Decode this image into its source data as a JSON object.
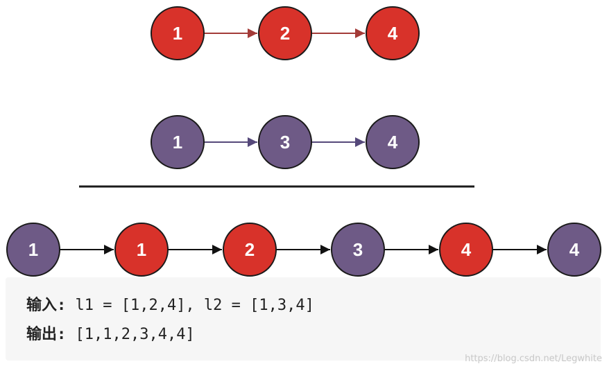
{
  "colors": {
    "list1_node": "#d8322a",
    "list2_node": "#6e5a86",
    "list1_arrow": "#a33b38",
    "list2_arrow": "#55487a",
    "merged_arrow": "#111111",
    "node_stroke": "#1a1a1a",
    "node_text": "#ffffff",
    "divider": "#1a1a1a"
  },
  "list1": {
    "nodes": [
      {
        "value": "1",
        "source": "list1"
      },
      {
        "value": "2",
        "source": "list1"
      },
      {
        "value": "4",
        "source": "list1"
      }
    ]
  },
  "list2": {
    "nodes": [
      {
        "value": "1",
        "source": "list2"
      },
      {
        "value": "3",
        "source": "list2"
      },
      {
        "value": "4",
        "source": "list2"
      }
    ]
  },
  "merged": {
    "nodes": [
      {
        "value": "1",
        "source": "list2"
      },
      {
        "value": "1",
        "source": "list1"
      },
      {
        "value": "2",
        "source": "list1"
      },
      {
        "value": "3",
        "source": "list2"
      },
      {
        "value": "4",
        "source": "list1"
      },
      {
        "value": "4",
        "source": "list2"
      }
    ]
  },
  "example": {
    "input_label": "输入:",
    "input_value": " l1 = [1,2,4], l2 = [1,3,4]",
    "output_label": "输出:",
    "output_value": " [1,1,2,3,4,4]"
  },
  "watermark": "https://blog.csdn.net/Legwhite"
}
